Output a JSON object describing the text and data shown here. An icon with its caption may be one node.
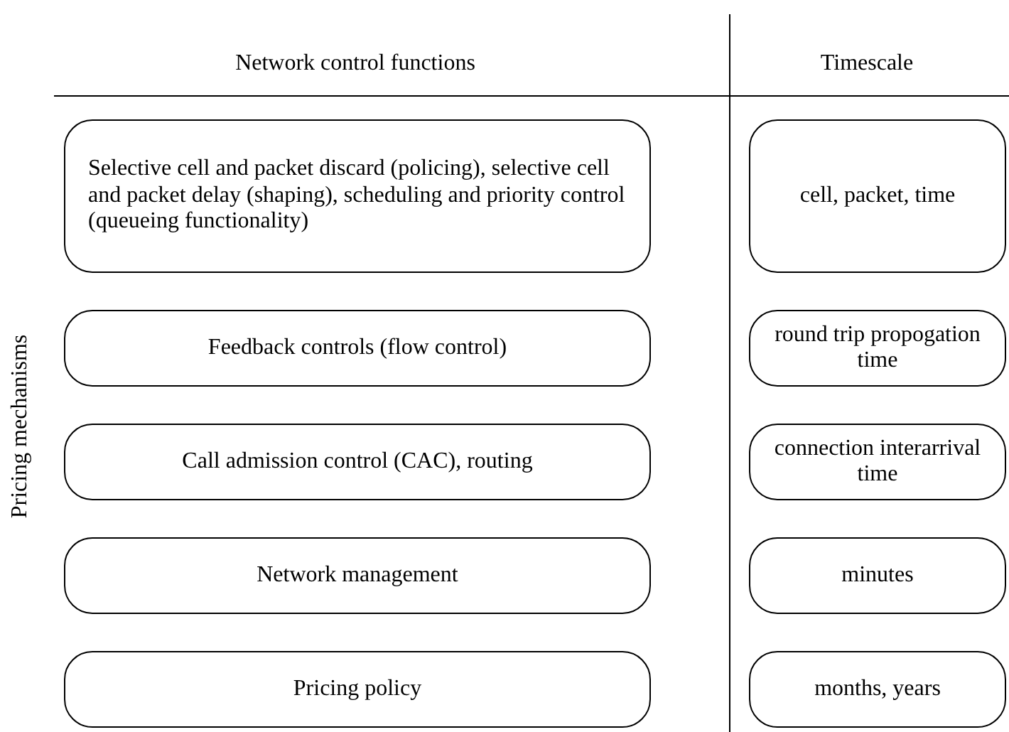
{
  "diagram": {
    "nodes": [
      {
        "text": [
          "Selective cell and packet discard (policing), selective cell and packet delay (shaping), scheduling and priority control (queueing functionality)"
        ]
      },
      {
        "text": [
          "cell, packet, time"
        ]
      },
      {
        "text": [
          "Feedback controls (flow control)"
        ]
      },
      {
        "text": [
          "round trip propogation time"
        ]
      },
      {
        "text": [
          "Call admission control (CAC), routing"
        ]
      },
      {
        "text": [
          "connection interarrival time"
        ]
      },
      {
        "text": [
          "Network management"
        ]
      },
      {
        "text": [
          "minutes"
        ]
      },
      {
        "text": [
          "Pricing policy"
        ]
      },
      {
        "text": [
          "months, years"
        ]
      }
    ],
    "labels": [
      "Network control functions",
      "Timescale",
      "Pricing mechanisms"
    ]
  }
}
